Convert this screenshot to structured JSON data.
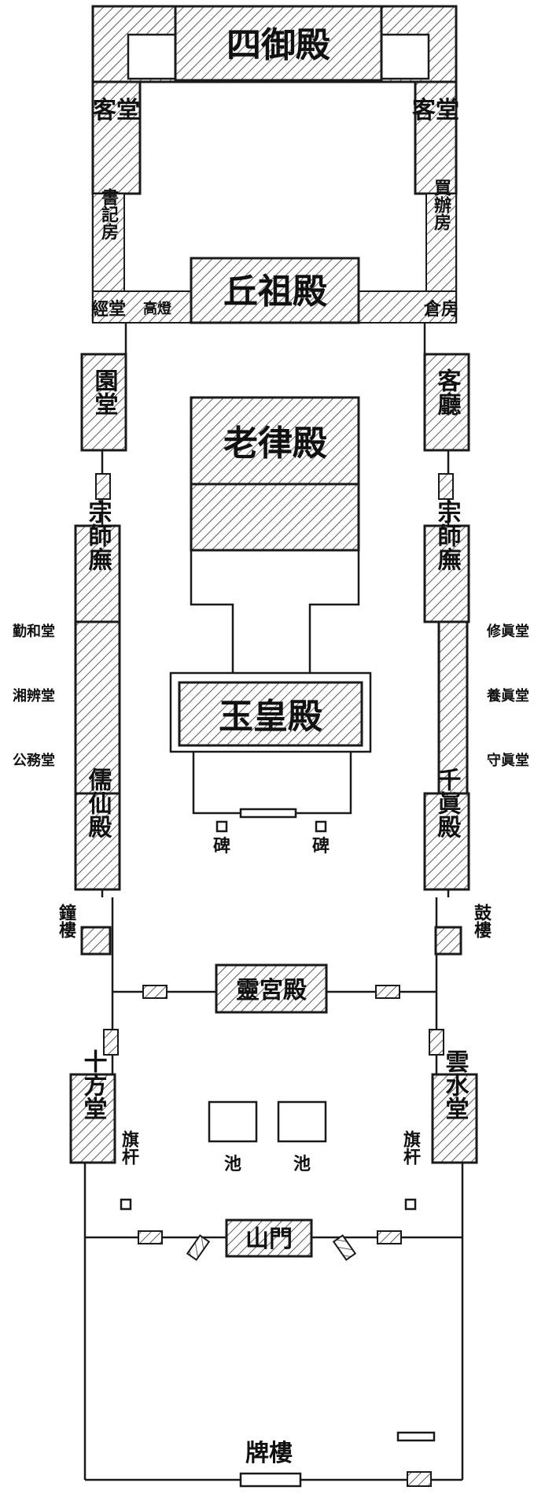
{
  "halls": {
    "sihou": "四御殿",
    "qiuzu": "丘祖殿",
    "laolu": "老律殿",
    "yuhuang": "玉皇殿",
    "linggong": "靈宮殿",
    "shanmen": "山門"
  },
  "left_wing": {
    "ketang": "客堂",
    "shujifang": "書記房",
    "jingtang": "經堂",
    "gaodeng": "高燈",
    "yuantang": "園堂",
    "zongshiwu": "宗師廡",
    "qinhetang": "勤和堂",
    "xiangbiantang": "湘辨堂",
    "gongwutang": "公務堂",
    "ruxiandian": "儒仙殿",
    "zhonglou": "鐘樓",
    "shifangtang": "十方堂",
    "qigan": "旗杆"
  },
  "right_wing": {
    "ketang": "客堂",
    "maibanfang": "買辦房",
    "cangfang": "倉房",
    "keting": "客廳",
    "zongshiwu": "宗師廡",
    "xiuzhentang": "修眞堂",
    "yangzhentang": "養眞堂",
    "shouzhentang": "守眞堂",
    "qianzhendian": "千眞殿",
    "gulou": "鼓樓",
    "yunshuitang": "雲水堂",
    "qigan": "旗杆"
  },
  "center": {
    "bei_left": "碑",
    "bei_right": "碑",
    "chi_left": "池",
    "chi_right": "池",
    "pailou": "牌樓"
  }
}
